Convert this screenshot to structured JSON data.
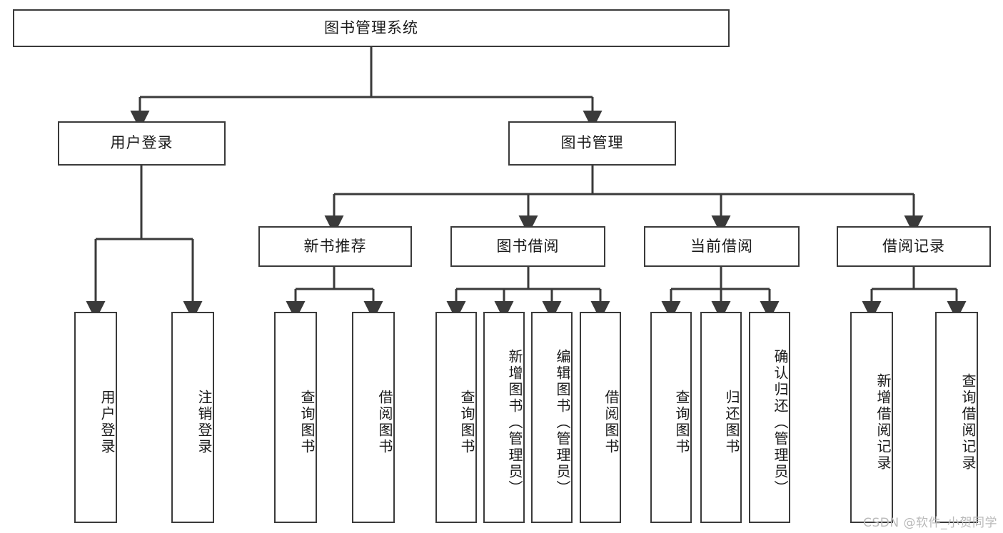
{
  "diagram": {
    "type": "tree-hierarchy-chart",
    "title": "图书管理系统",
    "stroke_color": "#3a3a3a",
    "fill_color": "#ffffff",
    "text_color": "#1a1a1a",
    "levels": [
      {
        "level": 1,
        "nodes": [
          {
            "id": "root",
            "label": "图书管理系统",
            "orientation": "horizontal"
          }
        ]
      },
      {
        "level": 2,
        "nodes": [
          {
            "id": "login",
            "label": "用户登录",
            "orientation": "horizontal",
            "parent": "root"
          },
          {
            "id": "bookmgmt",
            "label": "图书管理",
            "orientation": "horizontal",
            "parent": "root"
          }
        ]
      },
      {
        "level": 3,
        "nodes": [
          {
            "id": "newbook",
            "label": "新书推荐",
            "orientation": "horizontal",
            "parent": "bookmgmt"
          },
          {
            "id": "borrow",
            "label": "图书借阅",
            "orientation": "horizontal",
            "parent": "bookmgmt"
          },
          {
            "id": "current",
            "label": "当前借阅",
            "orientation": "horizontal",
            "parent": "bookmgmt"
          },
          {
            "id": "records",
            "label": "借阅记录",
            "orientation": "horizontal",
            "parent": "bookmgmt"
          }
        ]
      },
      {
        "level": 4,
        "nodes": [
          {
            "id": "leaf-user-login",
            "label": "用户登录",
            "orientation": "vertical",
            "parent": "login"
          },
          {
            "id": "leaf-user-logout",
            "label": "注销登录",
            "orientation": "vertical",
            "parent": "login"
          },
          {
            "id": "leaf-query-book-1",
            "label": "查询图书",
            "orientation": "vertical",
            "parent": "newbook"
          },
          {
            "id": "leaf-borrow-book-1",
            "label": "借阅图书",
            "orientation": "vertical",
            "parent": "newbook"
          },
          {
            "id": "leaf-query-book-2",
            "label": "查询图书",
            "orientation": "vertical",
            "parent": "borrow"
          },
          {
            "id": "leaf-add-book",
            "label": "新增图书（管理员）",
            "orientation": "vertical",
            "parent": "borrow"
          },
          {
            "id": "leaf-edit-book",
            "label": "编辑图书（管理员）",
            "orientation": "vertical",
            "parent": "borrow"
          },
          {
            "id": "leaf-borrow-book-2",
            "label": "借阅图书",
            "orientation": "vertical",
            "parent": "borrow"
          },
          {
            "id": "leaf-query-book-3",
            "label": "查询图书",
            "orientation": "vertical",
            "parent": "current"
          },
          {
            "id": "leaf-return-book",
            "label": "归还图书",
            "orientation": "vertical",
            "parent": "current"
          },
          {
            "id": "leaf-confirm-return",
            "label": "确认归还（管理员）",
            "orientation": "vertical",
            "parent": "current"
          },
          {
            "id": "leaf-add-record",
            "label": "新增借阅记录",
            "orientation": "vertical",
            "parent": "records"
          },
          {
            "id": "leaf-query-record",
            "label": "查询借阅记录",
            "orientation": "vertical",
            "parent": "records"
          }
        ]
      }
    ]
  },
  "watermark": {
    "text": "CSDN @软件_小贺同学"
  }
}
